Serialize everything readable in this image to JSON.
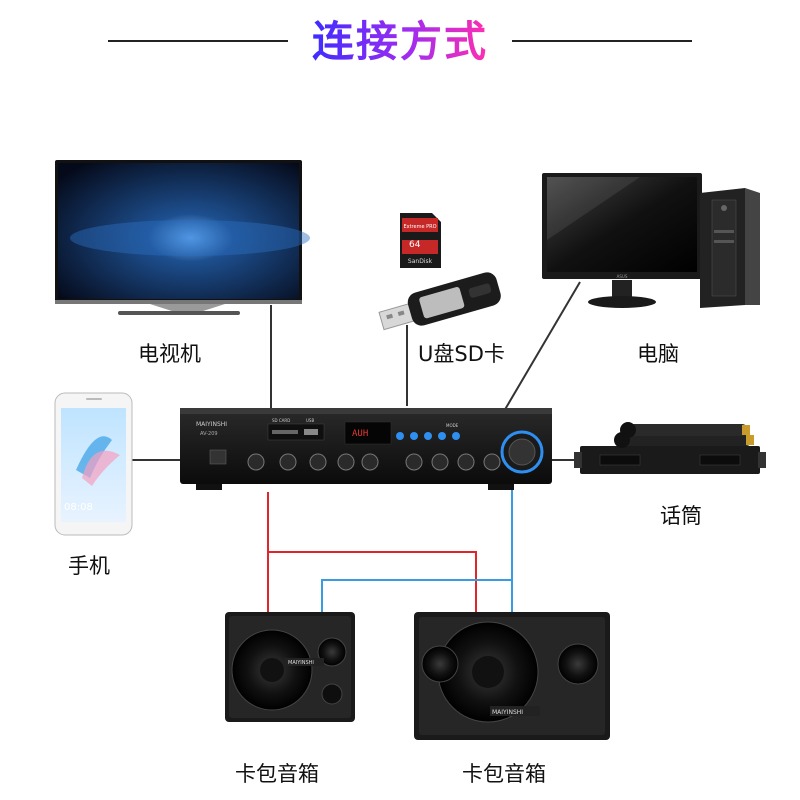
{
  "title": "连接方式",
  "labels": {
    "tv": "电视机",
    "usb_sd": "U盘SD卡",
    "computer": "电脑",
    "phone": "手机",
    "microphone": "话筒",
    "speaker_left": "卡包音箱",
    "speaker_right": "卡包音箱"
  },
  "amplifier": {
    "brand": "MAIYINSHI",
    "model": "AV-209",
    "display": "AUH",
    "slot_labels": [
      "SD CARD",
      "USB",
      "MODE"
    ]
  },
  "speaker_brand": "MAIYINSHI",
  "sd_card": {
    "brand": "SanDisk",
    "capacity": "64",
    "series": "Extreme PRO"
  },
  "monitor_brand": "ASUS",
  "phone_clock": "08:08",
  "colors": {
    "wire_red": "#e0262b",
    "wire_blue": "#3a9be0",
    "wire_gray": "#333333",
    "title_start": "#3d2cff",
    "title_end": "#ff2fb0"
  }
}
